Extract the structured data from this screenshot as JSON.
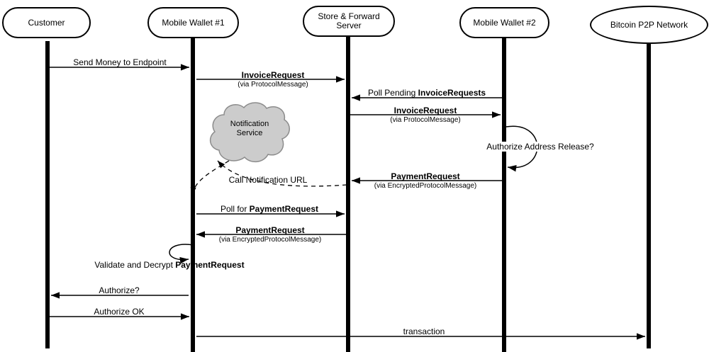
{
  "diagram": {
    "actors": [
      {
        "id": "customer",
        "label": "Customer"
      },
      {
        "id": "mobile-wallet-1",
        "label": "Mobile Wallet #1"
      },
      {
        "id": "store-forward-server",
        "label": "Store & Forward Server"
      },
      {
        "id": "mobile-wallet-2",
        "label": "Mobile Wallet #2"
      },
      {
        "id": "bitcoin-p2p-network",
        "label": "Bitcoin P2P Network"
      }
    ],
    "cloud": {
      "line1": "Notification",
      "line2": "Service"
    },
    "messages": {
      "send_money": {
        "label": "Send Money to Endpoint"
      },
      "invoice_request_to_server": {
        "label": "InvoiceRequest",
        "sub": "(via ProtocolMessage)"
      },
      "poll_pending": {
        "prefix": "Poll Pending ",
        "bold": "InvoiceRequests"
      },
      "invoice_request_to_wallet2": {
        "label": "InvoiceRequest",
        "sub": "(via ProtocolMessage)"
      },
      "authorize_address_release": {
        "label": "Authorize Address Release?"
      },
      "payment_request_to_server": {
        "label": "PaymentRequest",
        "sub": "(via EncryptedProtocolMessage)"
      },
      "call_notification_url": {
        "label": "Call Notification URL"
      },
      "poll_for_payment": {
        "prefix": "Poll for ",
        "bold": "PaymentRequest"
      },
      "payment_request_to_wallet1": {
        "label": "PaymentRequest",
        "sub": "(via EncryptedProtocolMessage)"
      },
      "validate_decrypt": {
        "prefix": "Validate and Decrypt ",
        "bold": "PaymentRequest"
      },
      "authorize_question": {
        "label": "Authorize?"
      },
      "authorize_ok": {
        "label": "Authorize OK"
      },
      "transaction": {
        "label": "transaction"
      }
    },
    "colors": {
      "line": "#000000",
      "cloud_fill": "#cccccc",
      "cloud_stroke": "#8c8c8c"
    }
  }
}
